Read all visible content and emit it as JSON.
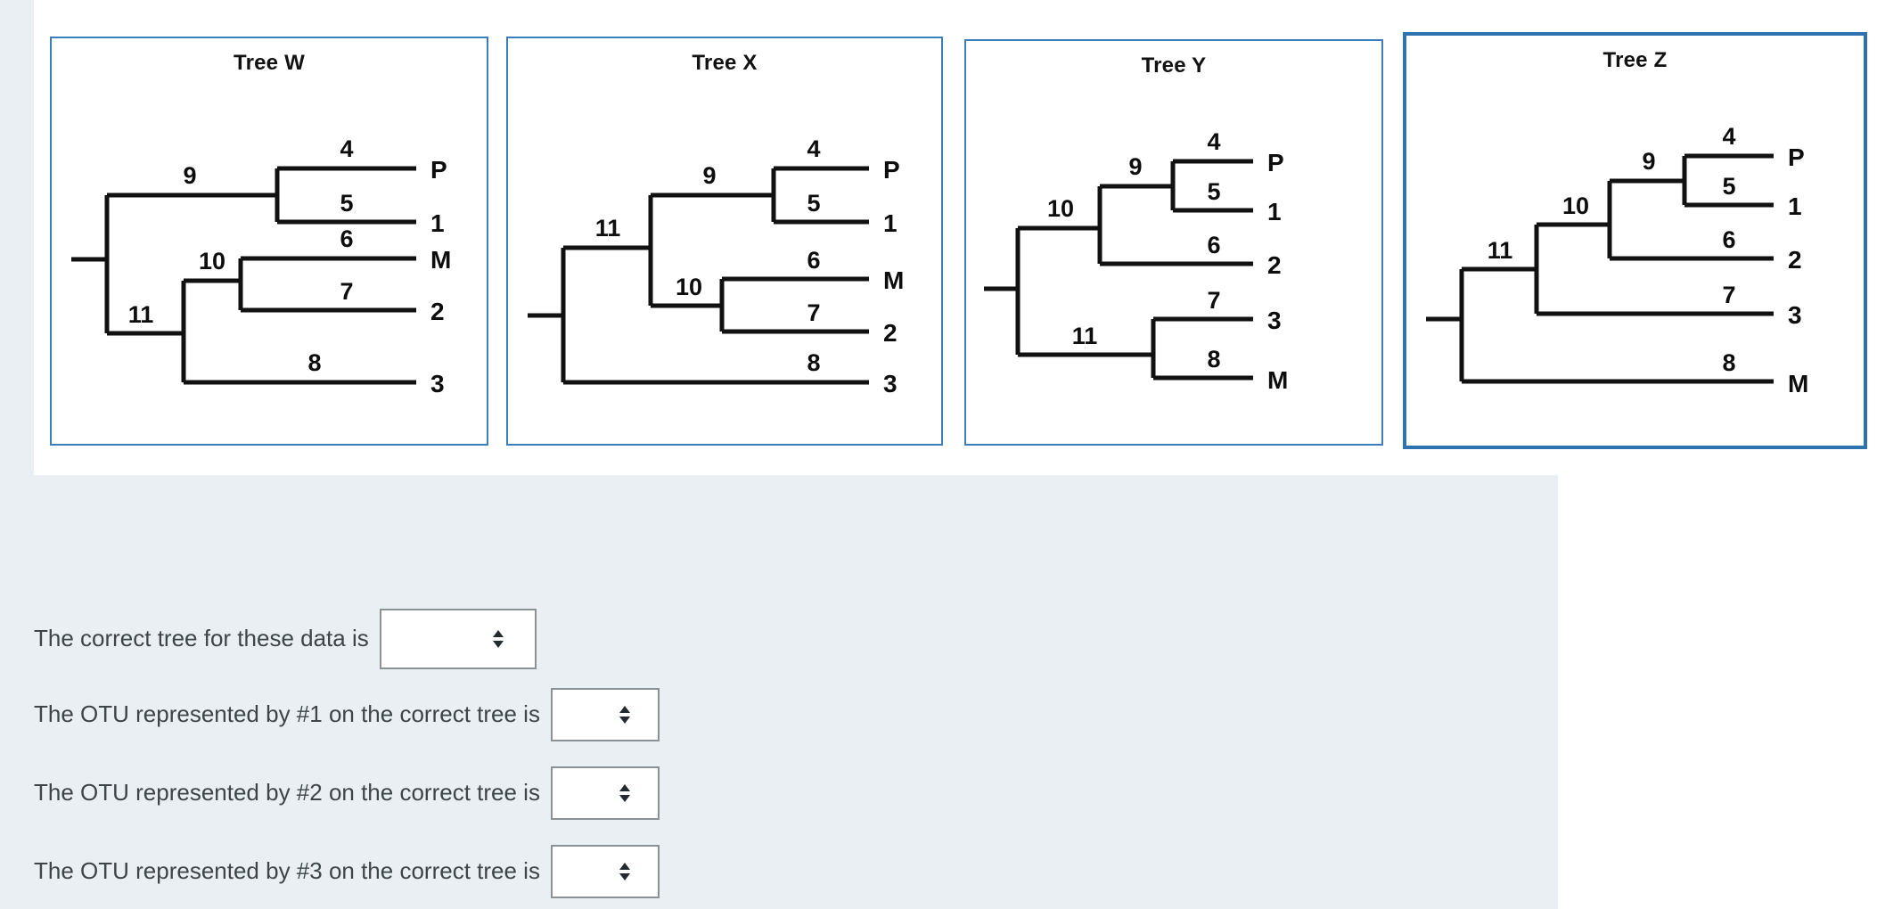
{
  "theme": {
    "page_bg": "#e9eff2",
    "card_bg": "#ffffff",
    "panel_border": "#3a7fba",
    "panel_border_emphasis": "#2f73ae",
    "branch_color": "#111111",
    "label_color": "#3d4548",
    "select_border": "#8a9296"
  },
  "trees": [
    {
      "id": "W",
      "title": "Tree W",
      "emphasis": false,
      "branch_labels": [
        "4",
        "5",
        "9",
        "6",
        "7",
        "10",
        "8",
        "11"
      ],
      "otu_labels": [
        "P",
        "1",
        "M",
        "2",
        "3"
      ],
      "topology": "root -> (9 -> (4:P, 5:1)), (11 -> (10 -> (6:M, 7:2)), (8:3))",
      "tips": [
        {
          "branch": "4",
          "otu": "P"
        },
        {
          "branch": "5",
          "otu": "1"
        },
        {
          "branch": "6",
          "otu": "M"
        },
        {
          "branch": "7",
          "otu": "2"
        },
        {
          "branch": "8",
          "otu": "3"
        }
      ],
      "internal": [
        "9",
        "10",
        "11"
      ]
    },
    {
      "id": "X",
      "title": "Tree X",
      "emphasis": false,
      "branch_labels": [
        "4",
        "5",
        "9",
        "6",
        "7",
        "10",
        "11",
        "8"
      ],
      "otu_labels": [
        "P",
        "1",
        "M",
        "2",
        "3"
      ],
      "topology": "root -> (11 -> (9 -> (4:P, 5:1)), (10 -> (6:M, 7:2))), (8:3)",
      "tips": [
        {
          "branch": "4",
          "otu": "P"
        },
        {
          "branch": "5",
          "otu": "1"
        },
        {
          "branch": "6",
          "otu": "M"
        },
        {
          "branch": "7",
          "otu": "2"
        },
        {
          "branch": "8",
          "otu": "3"
        }
      ],
      "internal": [
        "9",
        "10",
        "11"
      ]
    },
    {
      "id": "Y",
      "title": "Tree Y",
      "emphasis": false,
      "branch_labels": [
        "4",
        "5",
        "9",
        "6",
        "10",
        "7",
        "8",
        "11"
      ],
      "otu_labels": [
        "P",
        "1",
        "2",
        "3",
        "M"
      ],
      "topology": "root -> (10 -> (9 -> (4:P, 5:1)), (6:2)), (11 -> (7:3, 8:M))",
      "tips": [
        {
          "branch": "4",
          "otu": "P"
        },
        {
          "branch": "5",
          "otu": "1"
        },
        {
          "branch": "6",
          "otu": "2"
        },
        {
          "branch": "7",
          "otu": "3"
        },
        {
          "branch": "8",
          "otu": "M"
        }
      ],
      "internal": [
        "9",
        "10",
        "11"
      ]
    },
    {
      "id": "Z",
      "title": "Tree Z",
      "emphasis": true,
      "branch_labels": [
        "4",
        "5",
        "9",
        "10",
        "6",
        "11",
        "7",
        "8"
      ],
      "otu_labels": [
        "P",
        "1",
        "2",
        "3",
        "M"
      ],
      "topology": "root -> (11 -> (10 -> (9 -> (4:P, 5:1)), (6:2)), (7:3)), (8:M)",
      "tips": [
        {
          "branch": "4",
          "otu": "P"
        },
        {
          "branch": "5",
          "otu": "1"
        },
        {
          "branch": "6",
          "otu": "2"
        },
        {
          "branch": "7",
          "otu": "3"
        },
        {
          "branch": "8",
          "otu": "M"
        }
      ],
      "internal": [
        "9",
        "10",
        "11"
      ]
    }
  ],
  "questions": [
    {
      "label": "The correct tree for these data is",
      "select_value": "",
      "select_name": "correct-tree-select"
    },
    {
      "label": "The OTU represented by #1 on the correct tree is",
      "select_value": "",
      "select_name": "otu-1-select"
    },
    {
      "label": "The OTU represented by #2 on the correct tree is",
      "select_value": "",
      "select_name": "otu-2-select"
    },
    {
      "label": "The OTU represented by #3 on the correct tree is",
      "select_value": "",
      "select_name": "otu-3-select"
    }
  ]
}
